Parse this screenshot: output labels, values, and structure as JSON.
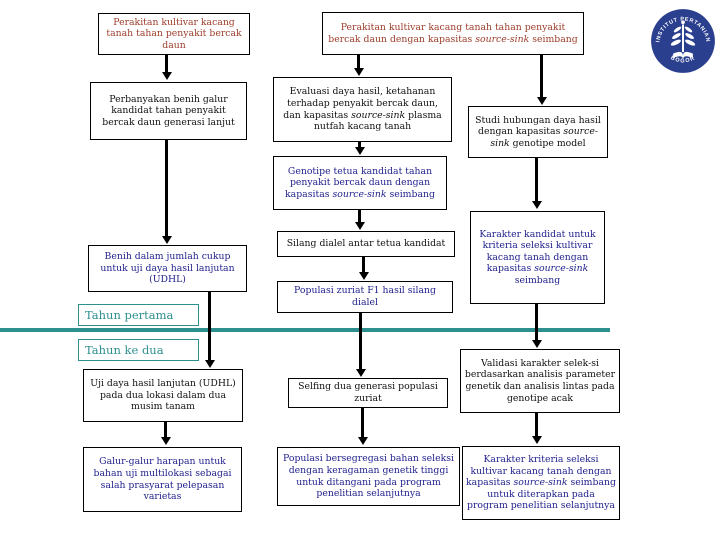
{
  "palette": {
    "maroon_text": "#9c3d2a",
    "navy_text": "#22228e",
    "teal_accent": "#2e8f8f",
    "logo_blue": "#2b3f8f",
    "box_border": "#000000",
    "arrow_color": "#000000"
  },
  "logo": {
    "ring_top": "INSTITUT PERTANIAN",
    "ring_bottom": "BOGOR"
  },
  "boxes": [
    {
      "id": "tl",
      "segments": [
        {
          "text": "Perakitan kultivar kacang tanah tahan penyakit bercak daun",
          "italic": false
        }
      ]
    },
    {
      "id": "tm",
      "segments": [
        {
          "text": "Perakitan kultivar kacang tanah tahan penyakit bercak daun dengan kapasitas ",
          "italic": false
        },
        {
          "text": "source-sink",
          "italic": true
        },
        {
          "text": " seimbang",
          "italic": false
        }
      ]
    },
    {
      "id": "l2",
      "segments": [
        {
          "text": "Perbanyakan benih galur kandidat tahan penyakit bercak daun generasi lanjut",
          "italic": false
        }
      ]
    },
    {
      "id": "m2",
      "segments": [
        {
          "text": "Evaluasi daya hasil, ketahanan terhadap penyakit bercak daun, dan kapasitas ",
          "italic": false
        },
        {
          "text": "source-sink",
          "italic": true
        },
        {
          "text": " plasma nutfah kacang tanah",
          "italic": false
        }
      ]
    },
    {
      "id": "r2",
      "segments": [
        {
          "text": "Studi hubungan daya hasil dengan kapasitas ",
          "italic": false
        },
        {
          "text": "source-sink",
          "italic": true
        },
        {
          "text": " genotipe model",
          "italic": false
        }
      ]
    },
    {
      "id": "m3",
      "segments": [
        {
          "text": "Genotipe tetua kandidat tahan penyakit bercak daun dengan kapasitas ",
          "italic": false
        },
        {
          "text": "source-sink",
          "italic": true
        },
        {
          "text": " seimbang",
          "italic": false
        }
      ]
    },
    {
      "id": "m4",
      "segments": [
        {
          "text": "Silang dialel antar tetua kandidat",
          "italic": false
        }
      ]
    },
    {
      "id": "r3",
      "segments": [
        {
          "text": "Karakter kandidat untuk kriteria seleksi kultivar kacang tanah dengan kapasitas ",
          "italic": false
        },
        {
          "text": "source-sink",
          "italic": true
        },
        {
          "text": " seimbang",
          "italic": false
        }
      ]
    },
    {
      "id": "l3",
      "segments": [
        {
          "text": "Benih dalam jumlah cukup untuk uji daya hasil lanjutan (UDHL)",
          "italic": false
        }
      ]
    },
    {
      "id": "m5",
      "segments": [
        {
          "text": "Populasi zuriat F1 hasil silang dialel",
          "italic": false
        }
      ]
    },
    {
      "id": "y1",
      "segments": [
        {
          "text": "Tahun pertama",
          "italic": false
        }
      ]
    },
    {
      "id": "y2",
      "segments": [
        {
          "text": "Tahun ke dua",
          "italic": false
        }
      ]
    },
    {
      "id": "l4",
      "segments": [
        {
          "text": "Uji daya hasil lanjutan (UDHL) pada dua lokasi dalam dua musim tanam",
          "italic": false
        }
      ]
    },
    {
      "id": "m6",
      "segments": [
        {
          "text": "Selfing dua generasi populasi zuriat",
          "italic": false
        }
      ]
    },
    {
      "id": "r4",
      "segments": [
        {
          "text": "Validasi karakter selek-si berdasarkan analisis parameter genetik dan analisis lintas pada genotipe acak",
          "italic": false
        }
      ]
    },
    {
      "id": "l5",
      "segments": [
        {
          "text": "Galur-galur harapan untuk bahan uji multilokasi sebagai salah prasyarat pelepasan varietas",
          "italic": false
        }
      ]
    },
    {
      "id": "m7",
      "segments": [
        {
          "text": "Populasi bersegregasi bahan seleksi dengan keragaman genetik tinggi untuk ditangani pada program penelitian selanjutnya",
          "italic": false
        }
      ]
    },
    {
      "id": "r5",
      "segments": [
        {
          "text": "Karakter kriteria seleksi kultivar kacang tanah dengan kapasitas ",
          "italic": false
        },
        {
          "text": "source-sink",
          "italic": true
        },
        {
          "text": " seimbang untuk diterapkan pada program penelitian selanjutnya",
          "italic": false
        }
      ]
    }
  ]
}
